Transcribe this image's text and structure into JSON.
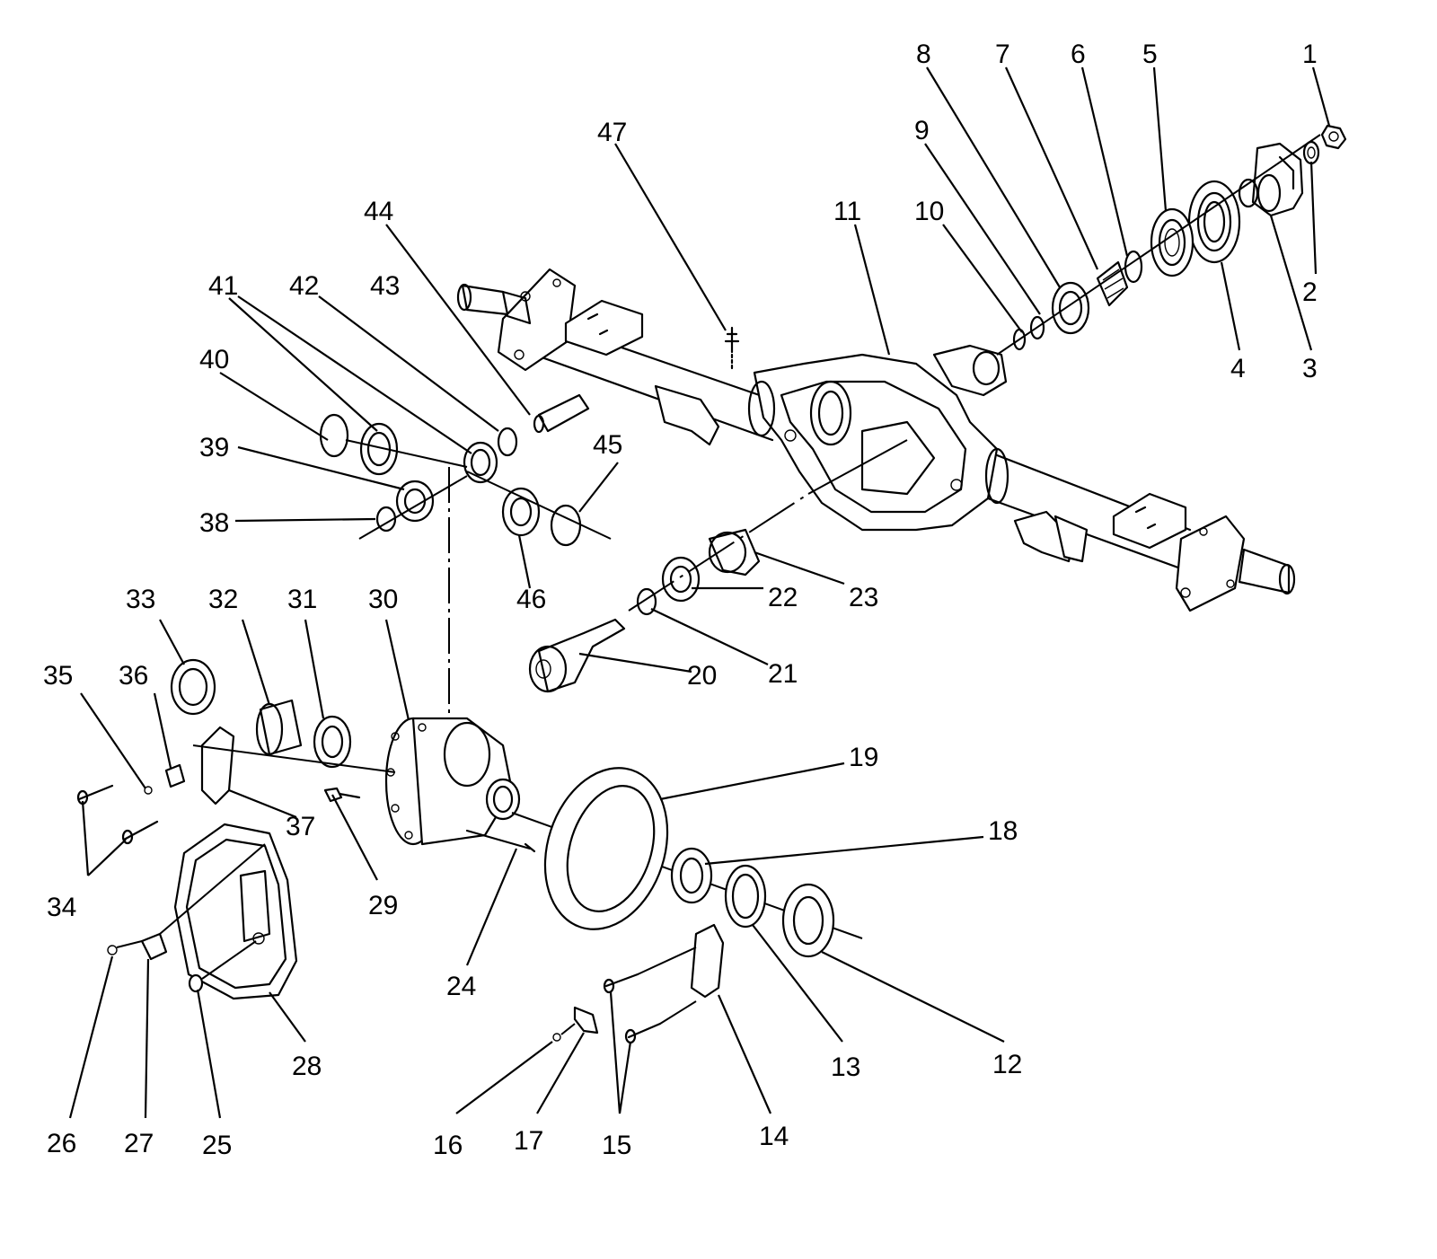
{
  "callouts": {
    "c1": "1",
    "c2": "2",
    "c3": "3",
    "c4": "4",
    "c5": "5",
    "c6": "6",
    "c7": "7",
    "c8": "8",
    "c9": "9",
    "c10": "10",
    "c11": "11",
    "c12": "12",
    "c13": "13",
    "c14": "14",
    "c15": "15",
    "c16": "16",
    "c17": "17",
    "c18": "18",
    "c19": "19",
    "c20": "20",
    "c21": "21",
    "c22": "22",
    "c23": "23",
    "c24": "24",
    "c25": "25",
    "c26": "26",
    "c27": "27",
    "c28": "28",
    "c29": "29",
    "c30": "30",
    "c31": "31",
    "c32": "32",
    "c33": "33",
    "c34": "34",
    "c35": "35",
    "c36": "36",
    "c37": "37",
    "c38": "38",
    "c39": "39",
    "c40": "40",
    "c41": "41",
    "c42": "42",
    "c43": "43",
    "c44": "44",
    "c45": "45",
    "c46": "46",
    "c47": "47"
  }
}
